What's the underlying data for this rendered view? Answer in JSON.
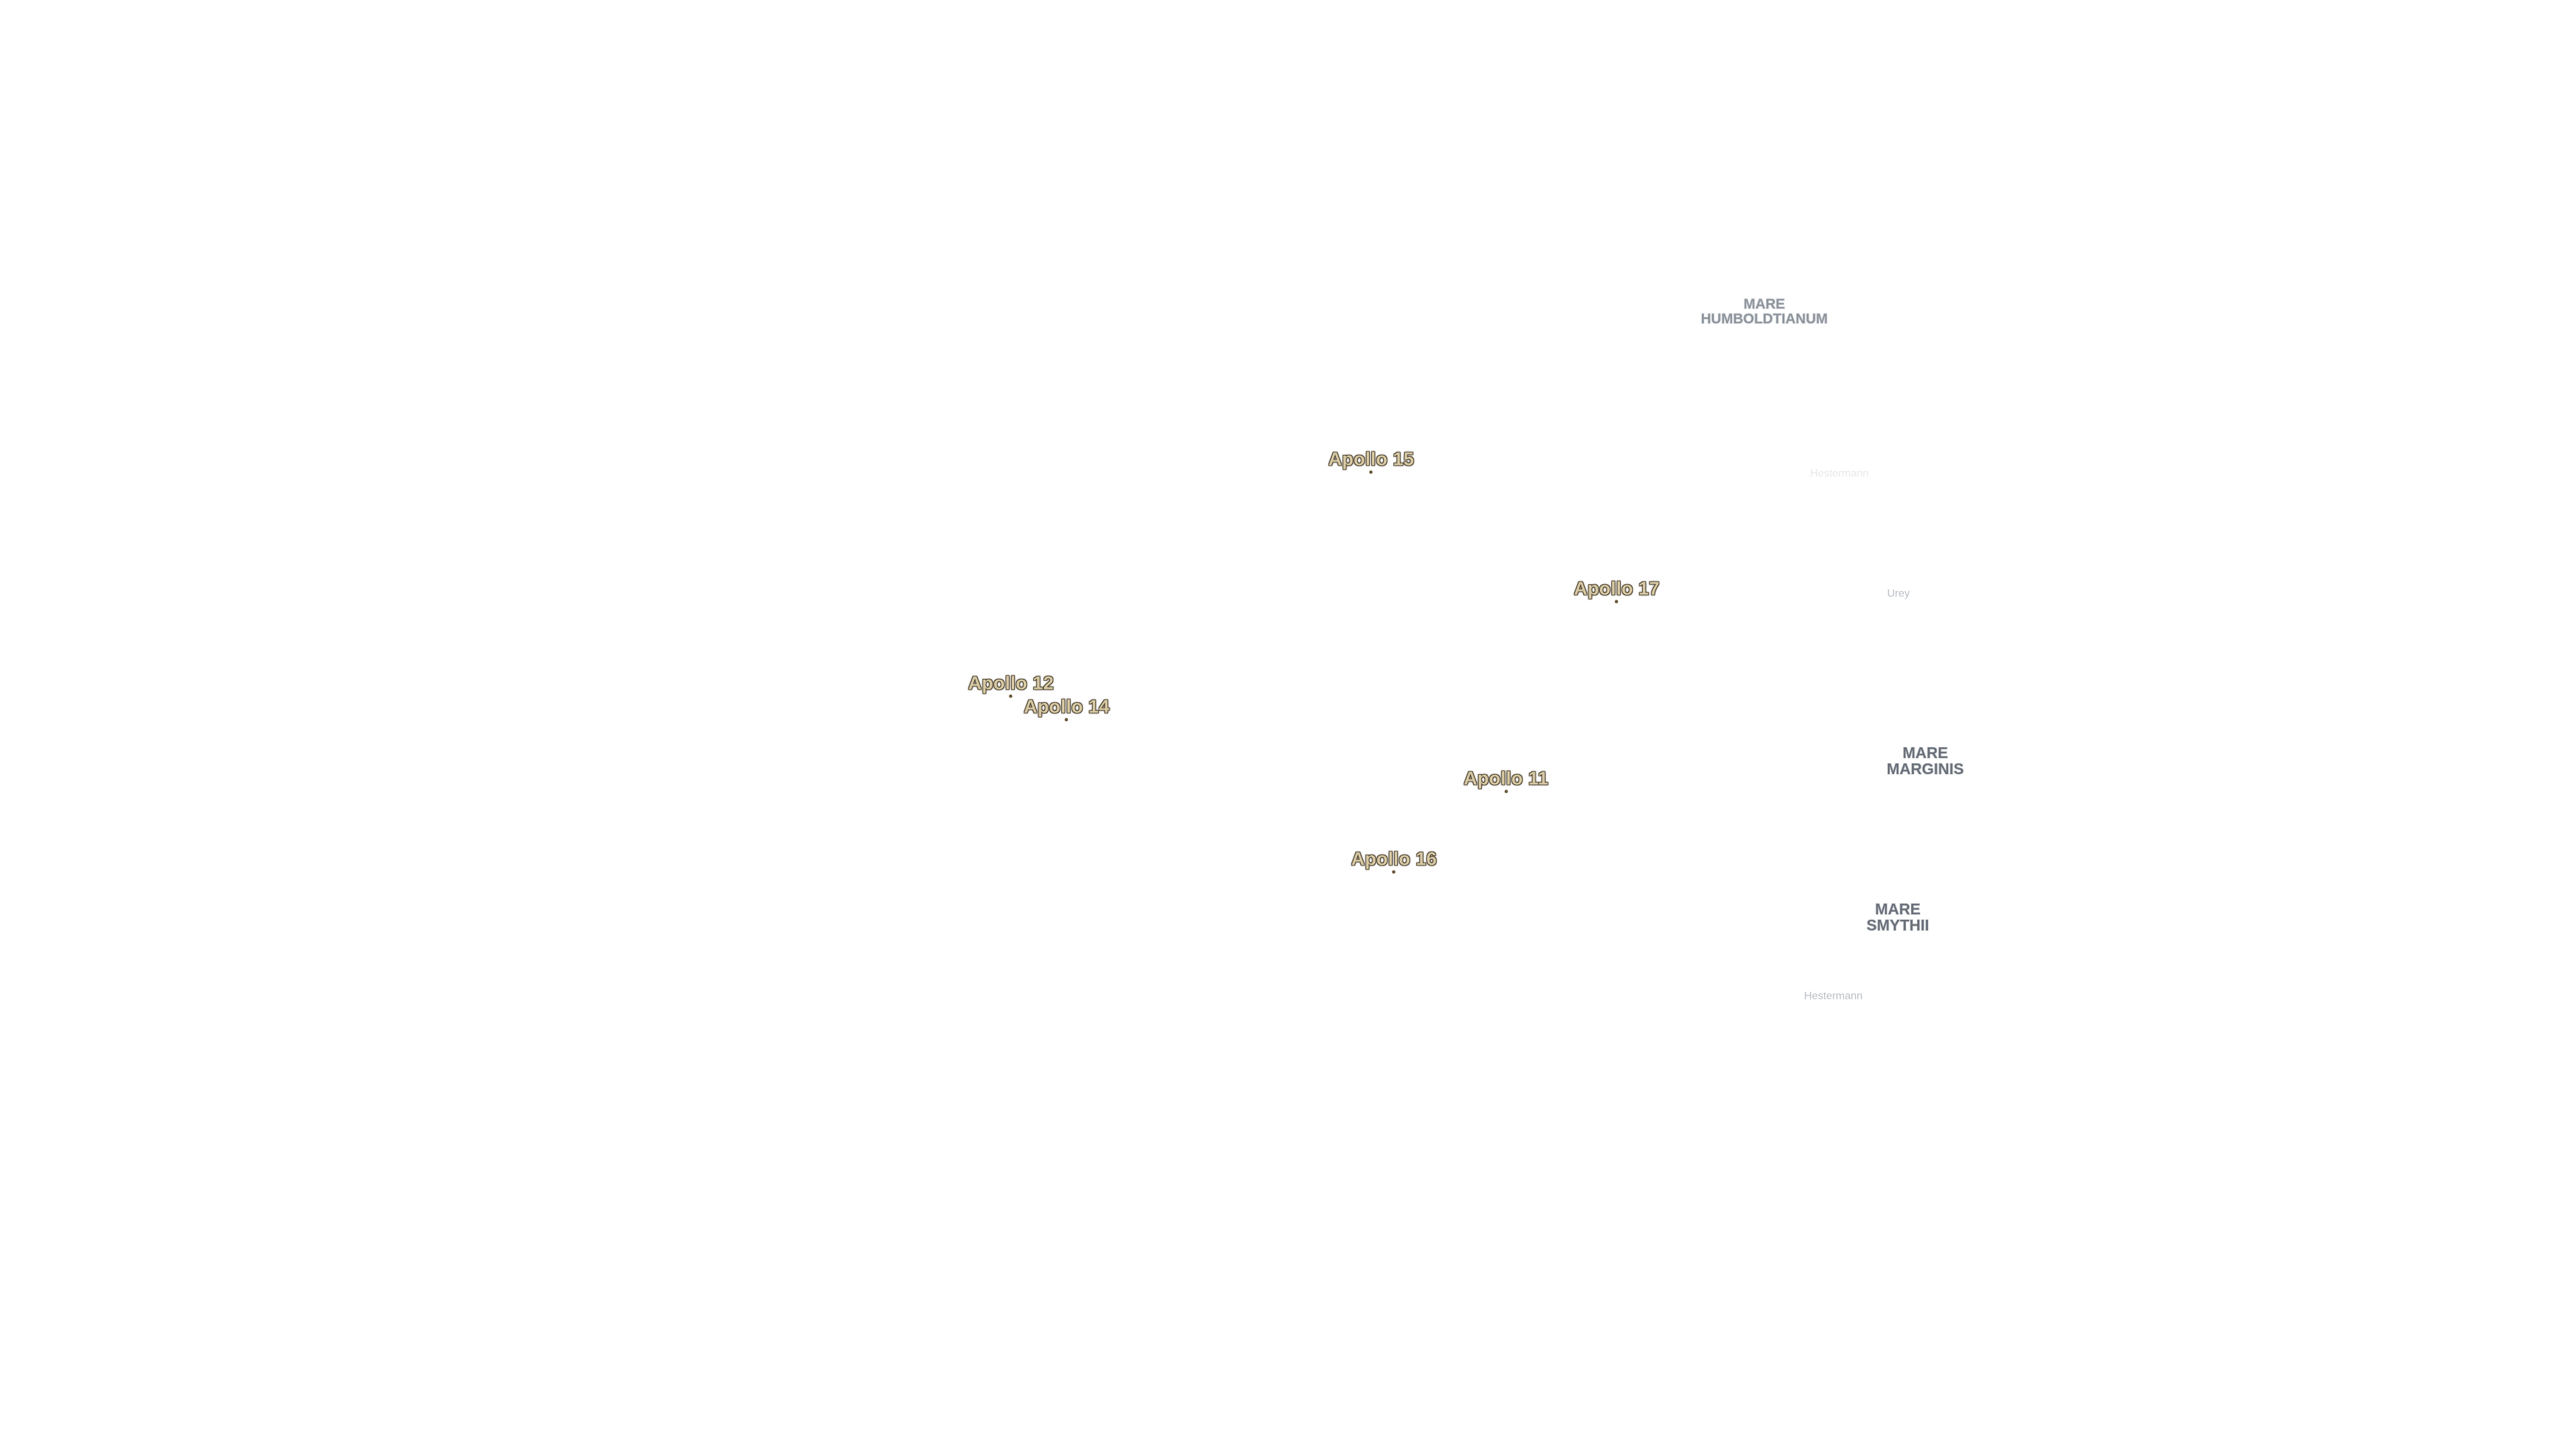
{
  "landing_sites": [
    {
      "id": "apollo-15",
      "label": "Apollo 15"
    },
    {
      "id": "apollo-17",
      "label": "Apollo 17"
    },
    {
      "id": "apollo-12",
      "label": "Apollo 12"
    },
    {
      "id": "apollo-14",
      "label": "Apollo 14"
    },
    {
      "id": "apollo-11",
      "label": "Apollo 11"
    },
    {
      "id": "apollo-16",
      "label": "Apollo 16"
    }
  ],
  "maria": [
    {
      "id": "mare-humboldtianum",
      "line1": "MARE",
      "line2": "HUMBOLDTIANUM"
    },
    {
      "id": "mare-marginis",
      "line1": "MARE",
      "line2": "MARGINIS"
    },
    {
      "id": "mare-smythii",
      "line1": "MARE",
      "line2": "SMYTHII"
    }
  ],
  "craters": [
    {
      "id": "urey",
      "label": "Urey"
    },
    {
      "id": "hestermann",
      "label": "Hestermann"
    },
    {
      "id": "faint-crater",
      "label": "Hestermann"
    }
  ],
  "colors": {
    "background": "#ffffff",
    "landing_site_fill": "#d7c9a4",
    "landing_site_outline": "#4a3f2c",
    "mare_text": "#8e949c",
    "crater_text": "#b9bec4"
  }
}
